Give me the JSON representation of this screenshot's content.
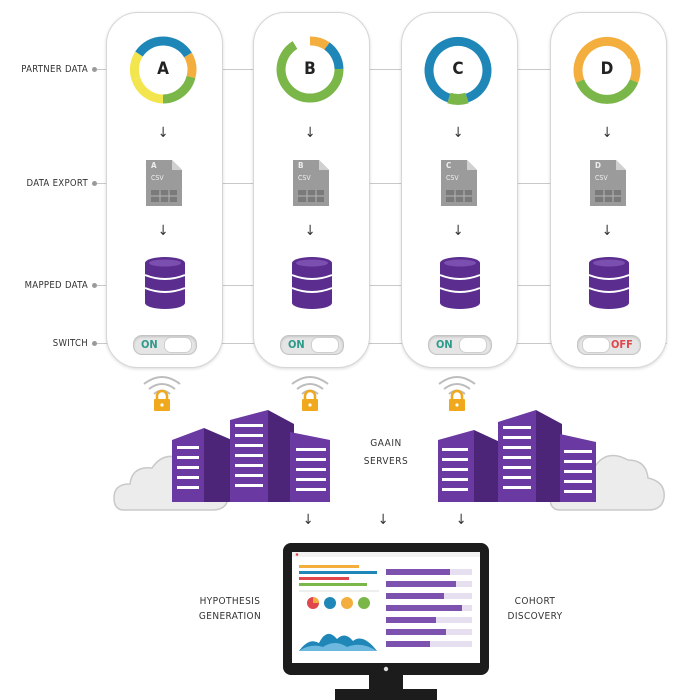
{
  "rows": {
    "partner_data": "PARTNER DATA",
    "data_export": "DATA EXPORT",
    "mapped_data": "MAPPED DATA",
    "switch": "SWITCH"
  },
  "partners": [
    {
      "letter": "A",
      "file_letter": "A",
      "file_type": "CSV",
      "switch_label": "ON"
    },
    {
      "letter": "B",
      "file_letter": "B",
      "file_type": "CSV",
      "switch_label": "ON"
    },
    {
      "letter": "C",
      "file_letter": "C",
      "file_type": "CSV",
      "switch_label": "ON"
    },
    {
      "letter": "D",
      "file_letter": "D",
      "file_type": "CSV",
      "switch_label": "OFF"
    }
  ],
  "servers": {
    "line1": "GAAIN",
    "line2": "SERVERS"
  },
  "outputs": {
    "left_line1": "HYPOTHESIS",
    "left_line2": "GENERATION",
    "right_line1": "COHORT",
    "right_line2": "DISCOVERY"
  },
  "arrow_glyph": "↓",
  "colors": {
    "blue": "#1f87b8",
    "orange": "#f4ae3d",
    "green": "#7ab648",
    "yellow": "#f3e54e",
    "purple": "#5b2d8e",
    "on": "#2e9a8a",
    "off": "#e0474c",
    "file_gray": "#9b9b9b"
  },
  "icons": [
    "ring-chart-icon",
    "csv-file-icon",
    "database-icon",
    "toggle-switch-icon",
    "wifi-lock-icon",
    "server-building-icon",
    "cloud-icon",
    "monitor-icon"
  ]
}
